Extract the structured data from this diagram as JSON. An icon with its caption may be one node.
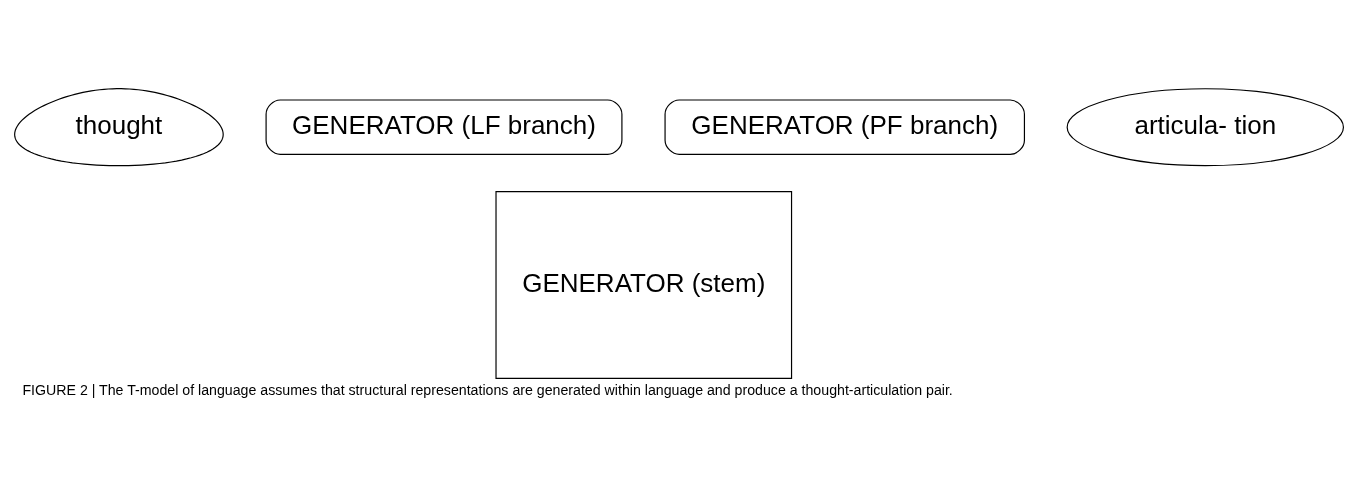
{
  "diagram": {
    "caption": "FIGURE 2 | The T-model of language assumes that structural representations are generated within language and produce a thought-articulation pair.",
    "nodes": [
      {
        "text": [
          "thought"
        ]
      },
      {
        "text": [
          "GENERATOR (LF branch)"
        ]
      },
      {
        "text": [
          "GENERATOR (PF branch)"
        ]
      },
      {
        "text": [
          "GENERATOR (stem)"
        ]
      },
      {
        "text": [
          "articula- tion"
        ]
      }
    ],
    "edges": []
  }
}
